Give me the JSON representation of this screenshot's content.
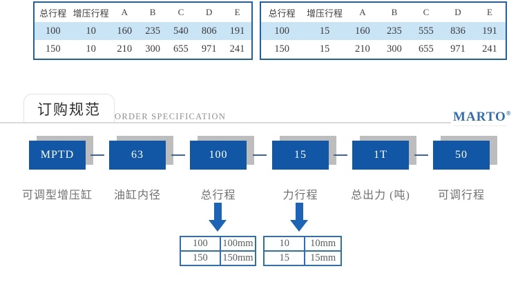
{
  "spec_tables": {
    "headers": [
      "总行程",
      "增压行程",
      "A",
      "B",
      "C",
      "D",
      "E"
    ],
    "left": {
      "rows": [
        [
          "100",
          "10",
          "160",
          "235",
          "540",
          "806",
          "191"
        ],
        [
          "150",
          "10",
          "210",
          "300",
          "655",
          "971",
          "241"
        ]
      ]
    },
    "right": {
      "rows": [
        [
          "100",
          "15",
          "160",
          "235",
          "555",
          "836",
          "191"
        ],
        [
          "150",
          "15",
          "210",
          "300",
          "655",
          "971",
          "241"
        ]
      ]
    },
    "highlight_hex": "#c9e4f5",
    "border_hex": "#1e5fa9"
  },
  "section_header": {
    "title_cn": "订购规范",
    "title_en": "ORDER SPECIFICATION",
    "brand": "MARTO",
    "brand_mark": "®",
    "brand_hex": "#2f6db4"
  },
  "order_code": {
    "segments": [
      {
        "code": "MPTD",
        "label": "可调型增压缸"
      },
      {
        "code": "63",
        "label": "油缸内径"
      },
      {
        "code": "100",
        "label": "总行程"
      },
      {
        "code": "15",
        "label": "力行程"
      },
      {
        "code": "1T",
        "label": "总出力 (吨)"
      },
      {
        "code": "50",
        "label": "可调行程"
      }
    ],
    "box_hex": "#1157a6",
    "shadow_hex": "#bdbdbd"
  },
  "stroke_legends": [
    {
      "rows": [
        [
          "100",
          "100mm"
        ],
        [
          "150",
          "150mm"
        ]
      ]
    },
    {
      "rows": [
        [
          "10",
          "10mm"
        ],
        [
          "15",
          "15mm"
        ]
      ]
    }
  ],
  "arrow_hex": "#1c64b8"
}
